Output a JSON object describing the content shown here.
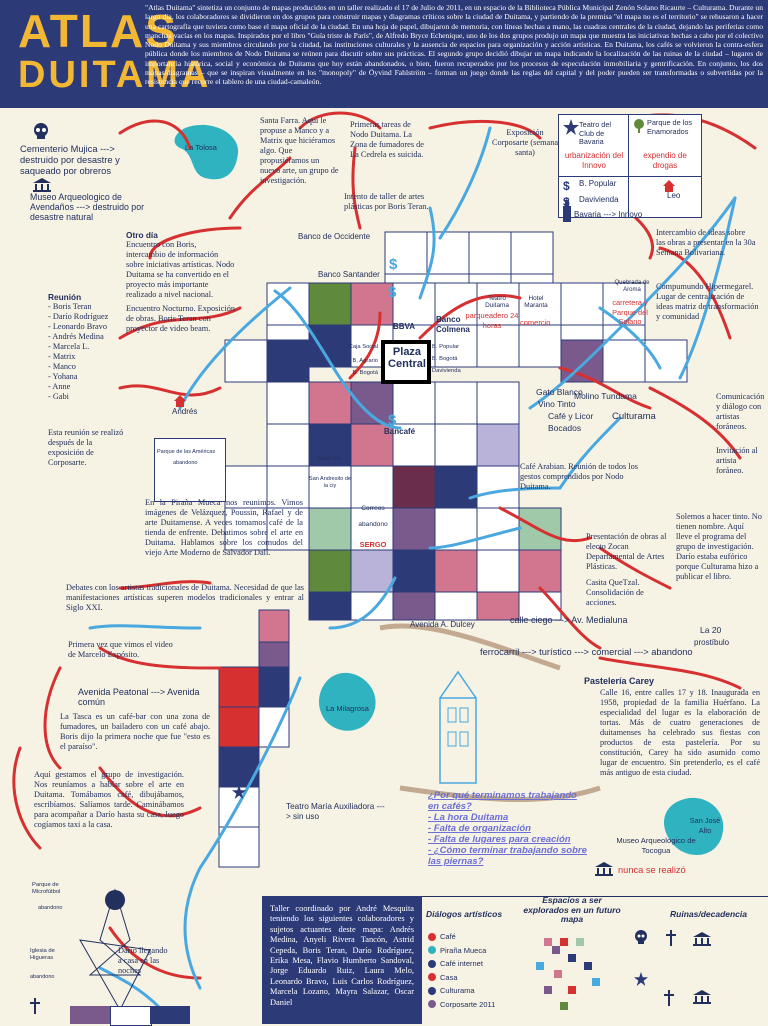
{
  "header": {
    "title_line1": "ATLAS",
    "title_line2": "DUITAMA",
    "intro": "\"Atlas Duitama\" sintetiza un conjunto de mapas producidos en un taller realizado el 17 de Julio de 2011, en un espacio de la Biblioteca Pública Municipal Zenón Solano Ricaurte – Culturama. Durante un largo día, los colaboradores se dividieron en dos grupos para construir mapas y diagramas críticos sobre la ciudad de Duitama, y partiendo de la premisa \"el mapa no es el territorio\" se rehusaron a hacer una cartografía que tuviera como base el mapa oficial de la ciudad. En una hoja de papel, dibujaron de memoria, con líneas hechas a mano, las cuadras centrales de la ciudad, dejando las periferias como manchas vacías en los mapas. Inspirados por el libro \"Guía triste de París\", de Alfredo Bryce Echenique, uno de los dos grupos produjo un mapa que muestra las iniciativas hechas a cabo por el colectivo Nodo Duitama y sus miembros circulando por la ciudad, las instituciones culturales y la ausencia de espacios para organización y acción artísticas. En Duitama, los cafés se volvieron la contra-esfera pública donde los miembros de Nodo Duitama se reúnen para discutir sobre sus prácticas. El segundo grupo decidió dibujar un mapa indicando la localización de las ruinas de la ciudad – lugares de importancia histórica, social y económica de Duitama que hoy están abandonados, o bien, fueron recuperados por los procesos de especulación inmobiliaria y gentrificación. En conjunto, los dos mapas/diagramas – que se inspiran visualmente en los \"monopoly\" de Öyvind Fahlström – forman un juego donde las reglas del capital y del poder pueden ser transformadas o subvertidas por la resistencia que recorre el tablero de una ciudad-camaleón."
  },
  "colors": {
    "navy": "#2d3a78",
    "gold": "#f2b733",
    "red": "#d63031",
    "teal": "#2fb3c0",
    "lightblue": "#49a8e0",
    "green": "#5f8a3c",
    "pink": "#d2758f",
    "purple": "#7a5a8c",
    "wine": "#6b2e4a",
    "lightgreen": "#9fc9a8",
    "lavender": "#b9b3da",
    "tan": "#c2a990",
    "paper": "#f6f2e4"
  },
  "left": {
    "cementerio": "Cementerio Mujica ---> destruido por desastre y saqueado por obreros",
    "museo": "Museo Arqueologico de Avendaños ---> destruido por desastre natural",
    "otro_dia_title": "Otro día",
    "otro_dia": "Encuentro con Boris, intercambio de información sobre iniciativas artísticas. Nodo Duitama se ha convertido en el proyecto más importante realizado a nivel nacional.",
    "encuentro": "Encuentro Nocturno. Exposición de obras. Boris Teran con proyector de video beam.",
    "reunion_title": "Reunión",
    "reunion_people": [
      "- Boris Teran",
      "- Darío Rodríguez",
      "- Leonardo Bravo",
      "- Andrés Medina",
      "- Marcela L.",
      "- Matrix",
      "- Manco",
      "- Yohana",
      "- Anne",
      "- Gabi"
    ],
    "andres": "Andrés",
    "esta_reunion": "Esta reunión se realizó después de la exposición de Corposarte.",
    "pirana": "En la Piraña Mueca nos reunimos. Vimos imágenes de Velázquez, Poussin, Rafael y de arte Duitamense. A veces tomamos café de la tienda de enfrente. Debatimos sobre el arte en Duitama. Hablamos sobre los cornudos del viejo Arte Moderno de Salvador Dalí.",
    "debates": "Debates con los artistas tradicionales de Duitama. Necesidad de que las manifestaciones artísticas superen modelos tradicionales y entrar al Siglo XXI.",
    "primera_vez": "Primera vez que vimos el video de Marcelo Expósito.",
    "avenida_peatonal": "Avenida Peatonal ---> Avenida común",
    "tasca": "La Tasca es un café-bar con una zona de fumadores, un bailadero con un café abajo. Boris dijo la primera noche que fue \"esto es el paraíso\".",
    "aqui": "Aquí gestamos el grupo de investigación. Nos reuníamos a hablar sobre el arte en Duitama. Tomábamos café, dibujábamos, escribíamos. Salíamos tarde. Caminábamos para acompañar a Darío hasta su casa, luego cogíamos taxi a la casa.",
    "parque_micro": "Parque de Microfútbol",
    "abandono": "abandono",
    "iglesia": "Iglesia de Higueras",
    "dario": "Darío llegando a casa en las noches"
  },
  "top": {
    "la_tolosa": "La Tolosa",
    "santa_farra": "Santa Farra. Aquí le propuse a Manco y a Matrix que hiciéramos algo. Que propusiéramos un nuevo arte, un grupo de investigación.",
    "primeras_tareas": "Primeras tareas de Nodo Duitama. La Zona de fumadores de La Cedrela es suicida.",
    "expo_corposarte": "Exposición Corposarte (semana santa)",
    "intento_taller": "Intento de taller de artes plásticas por Boris Teran.",
    "teatro_bavaria": "Teatro del Club de Bavaria",
    "urbanizacion": "urbanización del Innovo",
    "b_popular": "B. Popular",
    "davivienda": "Davivienda",
    "bavaria_innovo": "Bavaria ---> Innovo",
    "parque_enamorados": "Parque de los Enamorados",
    "expendio": "expendio de drogas",
    "leo": "Leo"
  },
  "grid": {
    "banco_occidente": "Banco de Occidente",
    "banco_santander": "Banco Santander",
    "bbva": "BBVA",
    "banco_colmena": "Banco Colmena",
    "teatro_duitama": "Teatro Duitama",
    "hotel_maranta": "Hotel Maranta",
    "parqueadero": "parqueadero 24 horas",
    "comercio": "comercio",
    "caja_social": "Caja Social",
    "b_agrario": "B. Agrario",
    "b_bogota": "B. Bogotá",
    "plaza": "Plaza Central",
    "b_popular2": "B. Popular",
    "b_bogota2": "B. Bogotá",
    "davivienda2": "Davivienda",
    "bancafe": "Bancafé",
    "parque_americas": "Parque de las Américas",
    "abandono": "abandono",
    "teatro_iris": "Teatro Iris",
    "san_andresito": "San Andresito de la ciy",
    "correos": "Correos",
    "abandono2": "abandono",
    "sergo": "SERGO",
    "gato_blanco": "Gato Blanco",
    "vino_tinto": "Vino Tinto",
    "cafe_licor": "Café y Licor",
    "bocados": "Bocados"
  },
  "right": {
    "intercambio": "Intercambio de ideas sobre las obras a presentar en la 30a Semana Bolivariana.",
    "quebrada": "Quebrada de Aroma",
    "carretera": "carretera y Parque del Solano",
    "compumundo": "Compumundo Hipermegarel. Lugar de centralización de ideas matriz de transformación y comunidad",
    "molino": "Molino Tundama",
    "culturama": "Culturama",
    "comunicacion": "Comunicación y diálogo con artistas foráneos.",
    "invitacion": "Invitación al artista foráneo.",
    "cafe_arabian": "Café Arabian. Reunión de todos los gestos comprendidos por Nodo Duitama.",
    "presentacion": "Presentación de obras al electo Zocan Departamental de Artes Plásticas.",
    "casita": "Casita QueTzal. Consolidación de acciones.",
    "solemos": "Solemos a hacer tinto. No tienen nombre. Aquí lleve el programa del grupo de investigación. Darío estaba eufórico porque Culturama hizo a publicar el libro."
  },
  "middle": {
    "avenida_dulcey": "Avenida A. Dulcey",
    "calle_ciego": "calle ciego ---> Av. Medialuna",
    "la_20": "La 20",
    "prostibulo": "prostíbulo",
    "ferrocarril": "ferrocarril ---> turístico ---> comercial ---> abandono",
    "la_milagrosa": "La Milagrosa",
    "teatro_maria": "Teatro María Auxiliadora ---> sin uso",
    "pasteleria_title": "Pastelería Carey",
    "pasteleria": "Calle 16, entre calles 17 y 18. Inaugurada en 1958, propiedad de la familia Huérfano. La especialidad del lugar es la elaboración de tortas. Más de cuatro generaciones de duitamenses ha celebrado sus fiestas con productos de esta pastelería. Por su constitución, Carey ha sido asumido como lugar de encuentro. Sin pretenderlo, es el café más antiguo de esta ciudad.",
    "questions": [
      "¿Por qué terminamos trabajando en cafés?",
      "- La hora Duitama",
      "- Falta de organización",
      "- Falta de lugares para creación",
      "- ¿Cómo terminar trabajando sobre las piernas?"
    ],
    "san_jose": "San José Alto",
    "museo_tocogua": "Museo Arqueologico de Tocogua",
    "nunca": "nunca se realizó"
  },
  "bottom": {
    "taller": "Taller coordinado por André Mesquita teniendo los siguientes colaboradores y sujetos actuantes deste mapa: Andrés Medina, Anyeli Rivera Tancón, Astrid Cepeda, Boris Teran, Darío Rodríguez, Erika Mesa, Flavio Humberto Sandoval, Jorge Eduardo Ruiz, Laura Melo, Leonardo Bravo, Luis Carlos Rodríguez, Marcela Lozano, Mayra Salazar, Oscar Daniel",
    "dialogos": "Diálogos artísticos",
    "espacios": "Espacios a ser explorados en un futuro mapa",
    "ruinas": "Ruinas/decadencia",
    "legend": [
      "Café",
      "Piraña Mueca",
      "Café internet",
      "Casa",
      "Culturama",
      "Corposarte 2011"
    ]
  }
}
